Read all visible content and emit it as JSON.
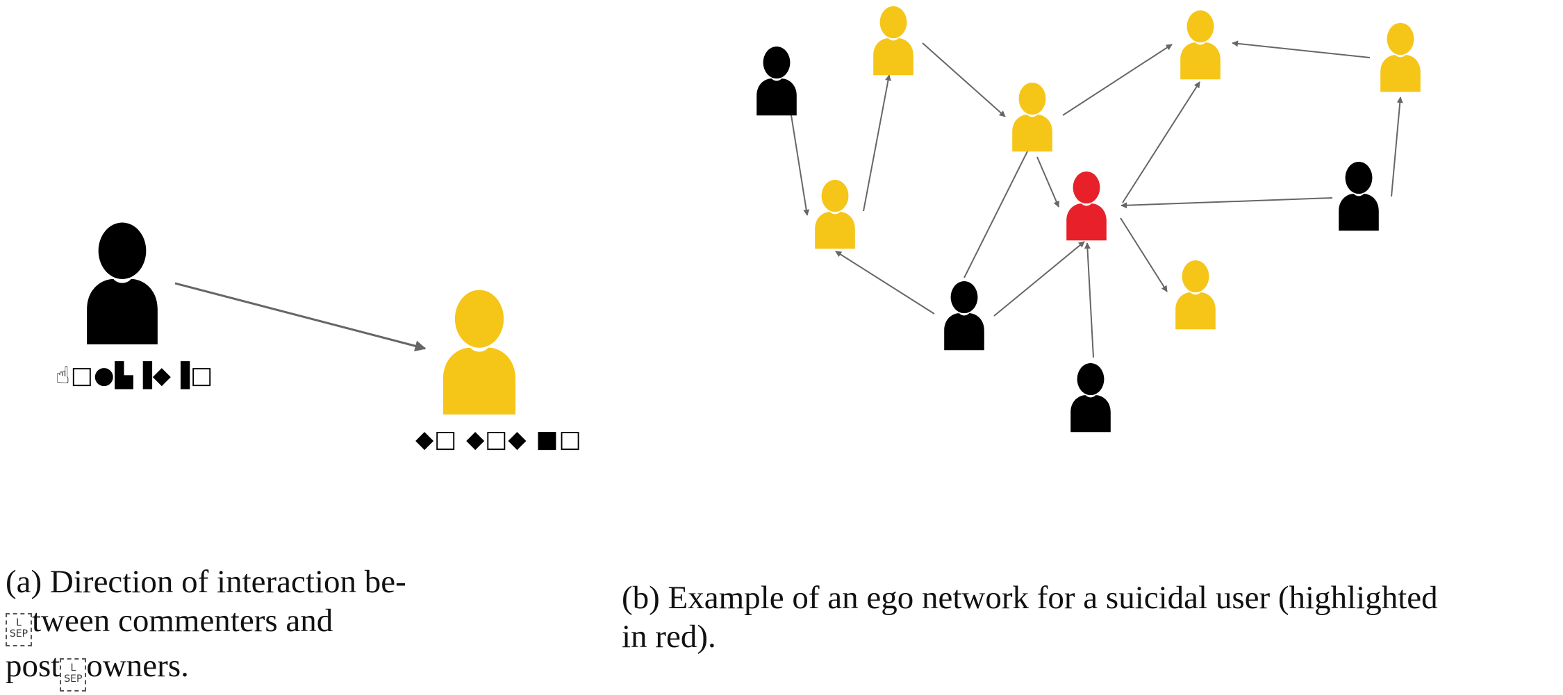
{
  "colors": {
    "poster": "#f5c518",
    "commenter": "#000000",
    "suicidal_user": "#e8202a",
    "edge": "#666666"
  },
  "panel_a": {
    "commenter_label": "☝□●▙▐◆▐□",
    "owner_label": "◆□ ◆□◆ ■□",
    "caption": {
      "line1": "(a) Direction of interaction be-",
      "line2": "tween commenters and",
      "line3_start": "post",
      "line3_end": "owners."
    }
  },
  "panel_b": {
    "caption": {
      "line1": "(b) Example of an ego network for a suicidal user (highlighted",
      "line2": "in red)."
    }
  },
  "sep_marker": {
    "top": "L",
    "bottom": "SEP"
  }
}
